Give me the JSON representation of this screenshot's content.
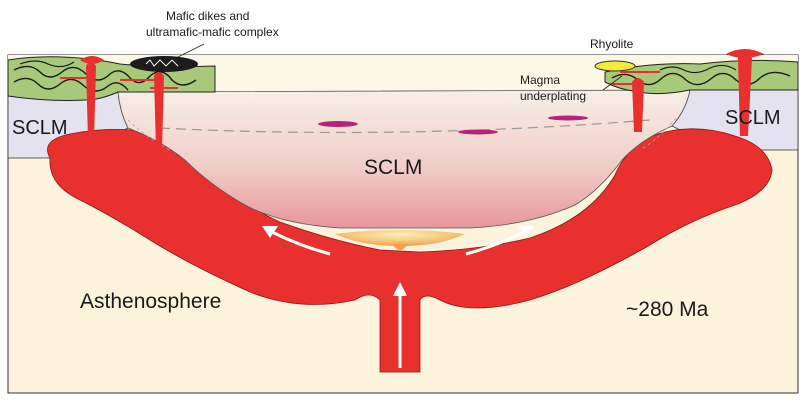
{
  "labels": {
    "mafic_line1": "Mafic dikes and",
    "mafic_line2": "ultramafic-mafic complex",
    "rhyolite": "Rhyolite",
    "magma_line1": "Magma",
    "magma_line2": "underplating",
    "sclm_left": "SCLM",
    "sclm_right": "SCLM",
    "sclm_center": "SCLM",
    "asthenosphere": "Asthenosphere",
    "age": "~280 Ma"
  },
  "colors": {
    "background": "#fdf8e6",
    "asthenosphere": "#fbf3dc",
    "sclm_side": "#e4e2ef",
    "crust": "#a9c97a",
    "magma": "#e8302e",
    "basin_top": "#f7ebdf",
    "basin_bottom": "#e9a0a6",
    "rhyolite": "#f6ea3a",
    "underplate": "#b4247a",
    "pluton": "#f7d36a"
  }
}
